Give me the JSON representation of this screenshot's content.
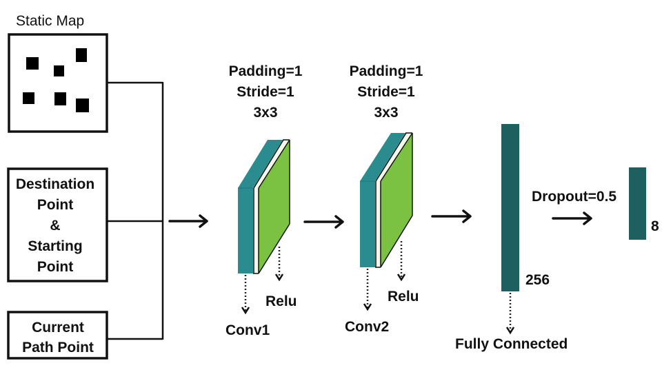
{
  "inputs": {
    "static_map": {
      "title": "Static Map",
      "obstacle_count": 6
    },
    "destination_box": {
      "lines": [
        "Destination",
        "Point",
        "&",
        "Starting",
        "Point"
      ]
    },
    "current_box": {
      "lines": [
        "Current",
        "Path Point"
      ]
    }
  },
  "layers": {
    "conv1": {
      "params": [
        "Padding=1",
        "Stride=1",
        "3x3"
      ],
      "name": "Conv1",
      "activation": "Relu"
    },
    "conv2": {
      "params": [
        "Padding=1",
        "Stride=1",
        "3x3"
      ],
      "name": "Conv2",
      "activation": "Relu"
    },
    "fc": {
      "units": "256",
      "name": "Fully Connected"
    },
    "dropout": {
      "label": "Dropout=0.5"
    },
    "output": {
      "units": "8"
    }
  },
  "colors": {
    "conv_front": "#2a8c8e",
    "conv_side": "#7cc242",
    "dense": "#1e5f5f"
  }
}
